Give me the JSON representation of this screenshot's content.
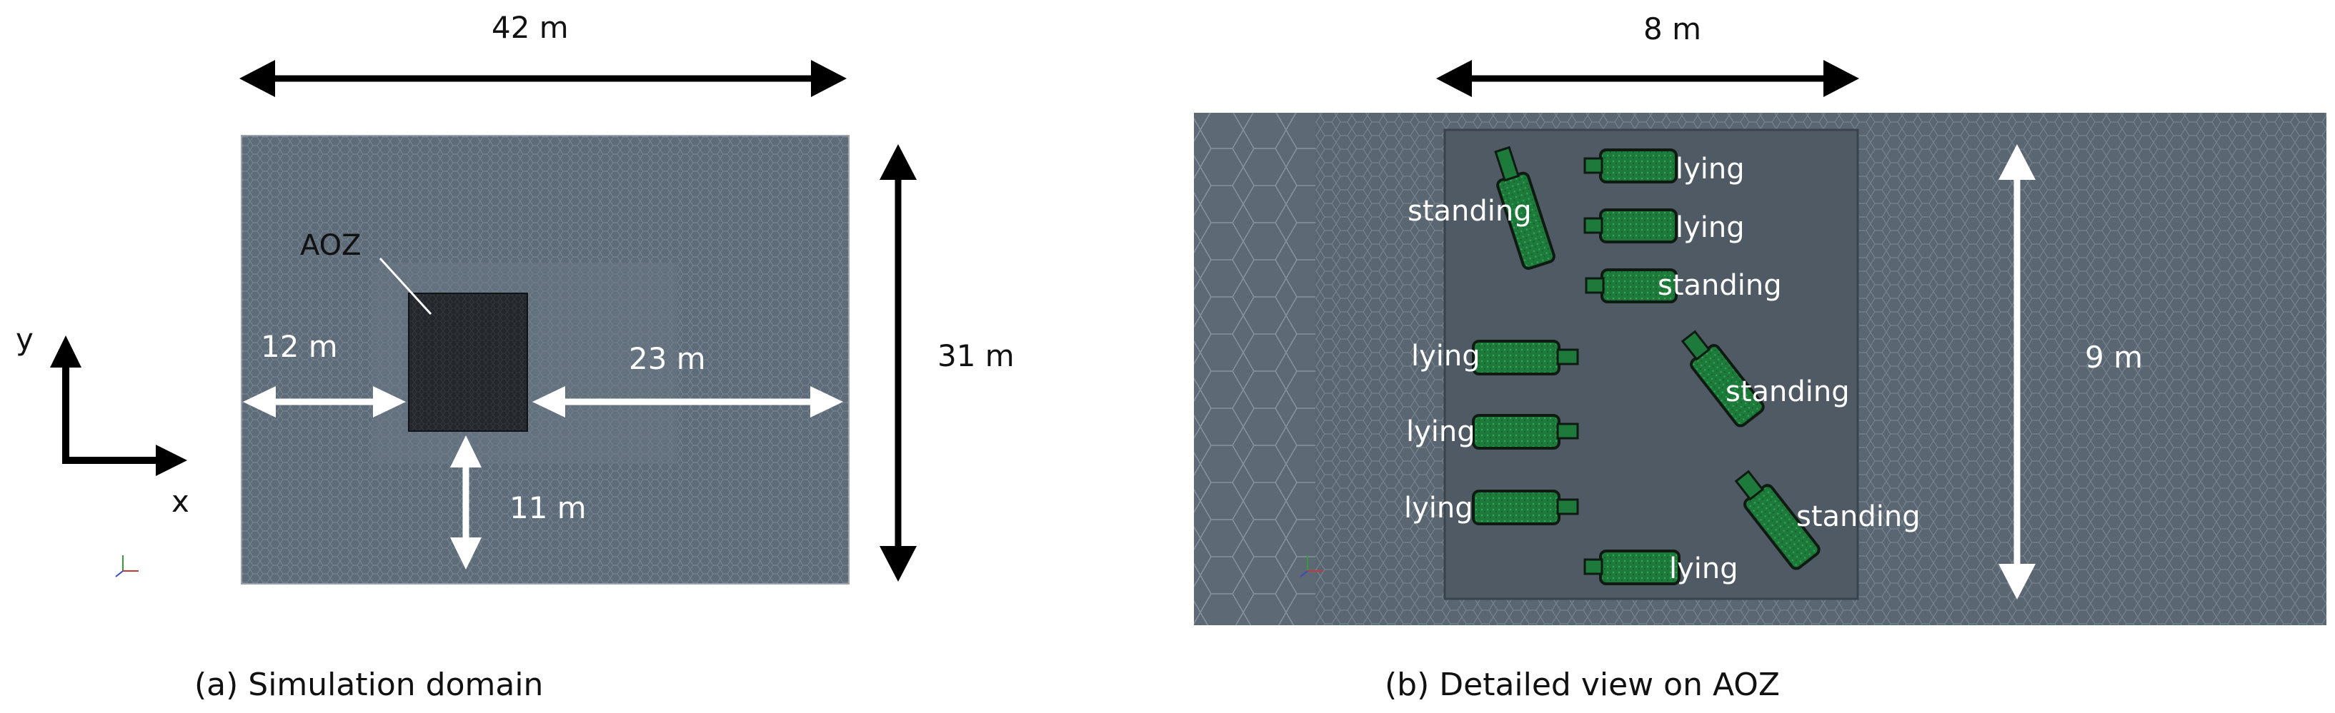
{
  "panel_a": {
    "caption": "(a) Simulation domain",
    "width_label": "42 m",
    "height_label": "31 m",
    "left_label": "12 m",
    "right_label": "23 m",
    "bottom_label": "11 m",
    "aoz_label": "AOZ",
    "axis_y": "y",
    "axis_x": "x"
  },
  "panel_b": {
    "caption": "(b) Detailed view on AOZ",
    "width_label": "8 m",
    "height_label": "9 m",
    "cylinders": [
      {
        "label": "lying"
      },
      {
        "label": "lying"
      },
      {
        "label": "standing"
      },
      {
        "label": "standing"
      },
      {
        "label": "lying"
      },
      {
        "label": "lying"
      },
      {
        "label": "lying"
      },
      {
        "label": "standing"
      },
      {
        "label": "standing"
      },
      {
        "label": "lying"
      }
    ]
  },
  "colors": {
    "mesh": "#5b6774",
    "aoz": "#1e2124",
    "cylinder": "#1f7a3a",
    "arrow_dark": "#000000",
    "arrow_light": "#ffffff"
  }
}
